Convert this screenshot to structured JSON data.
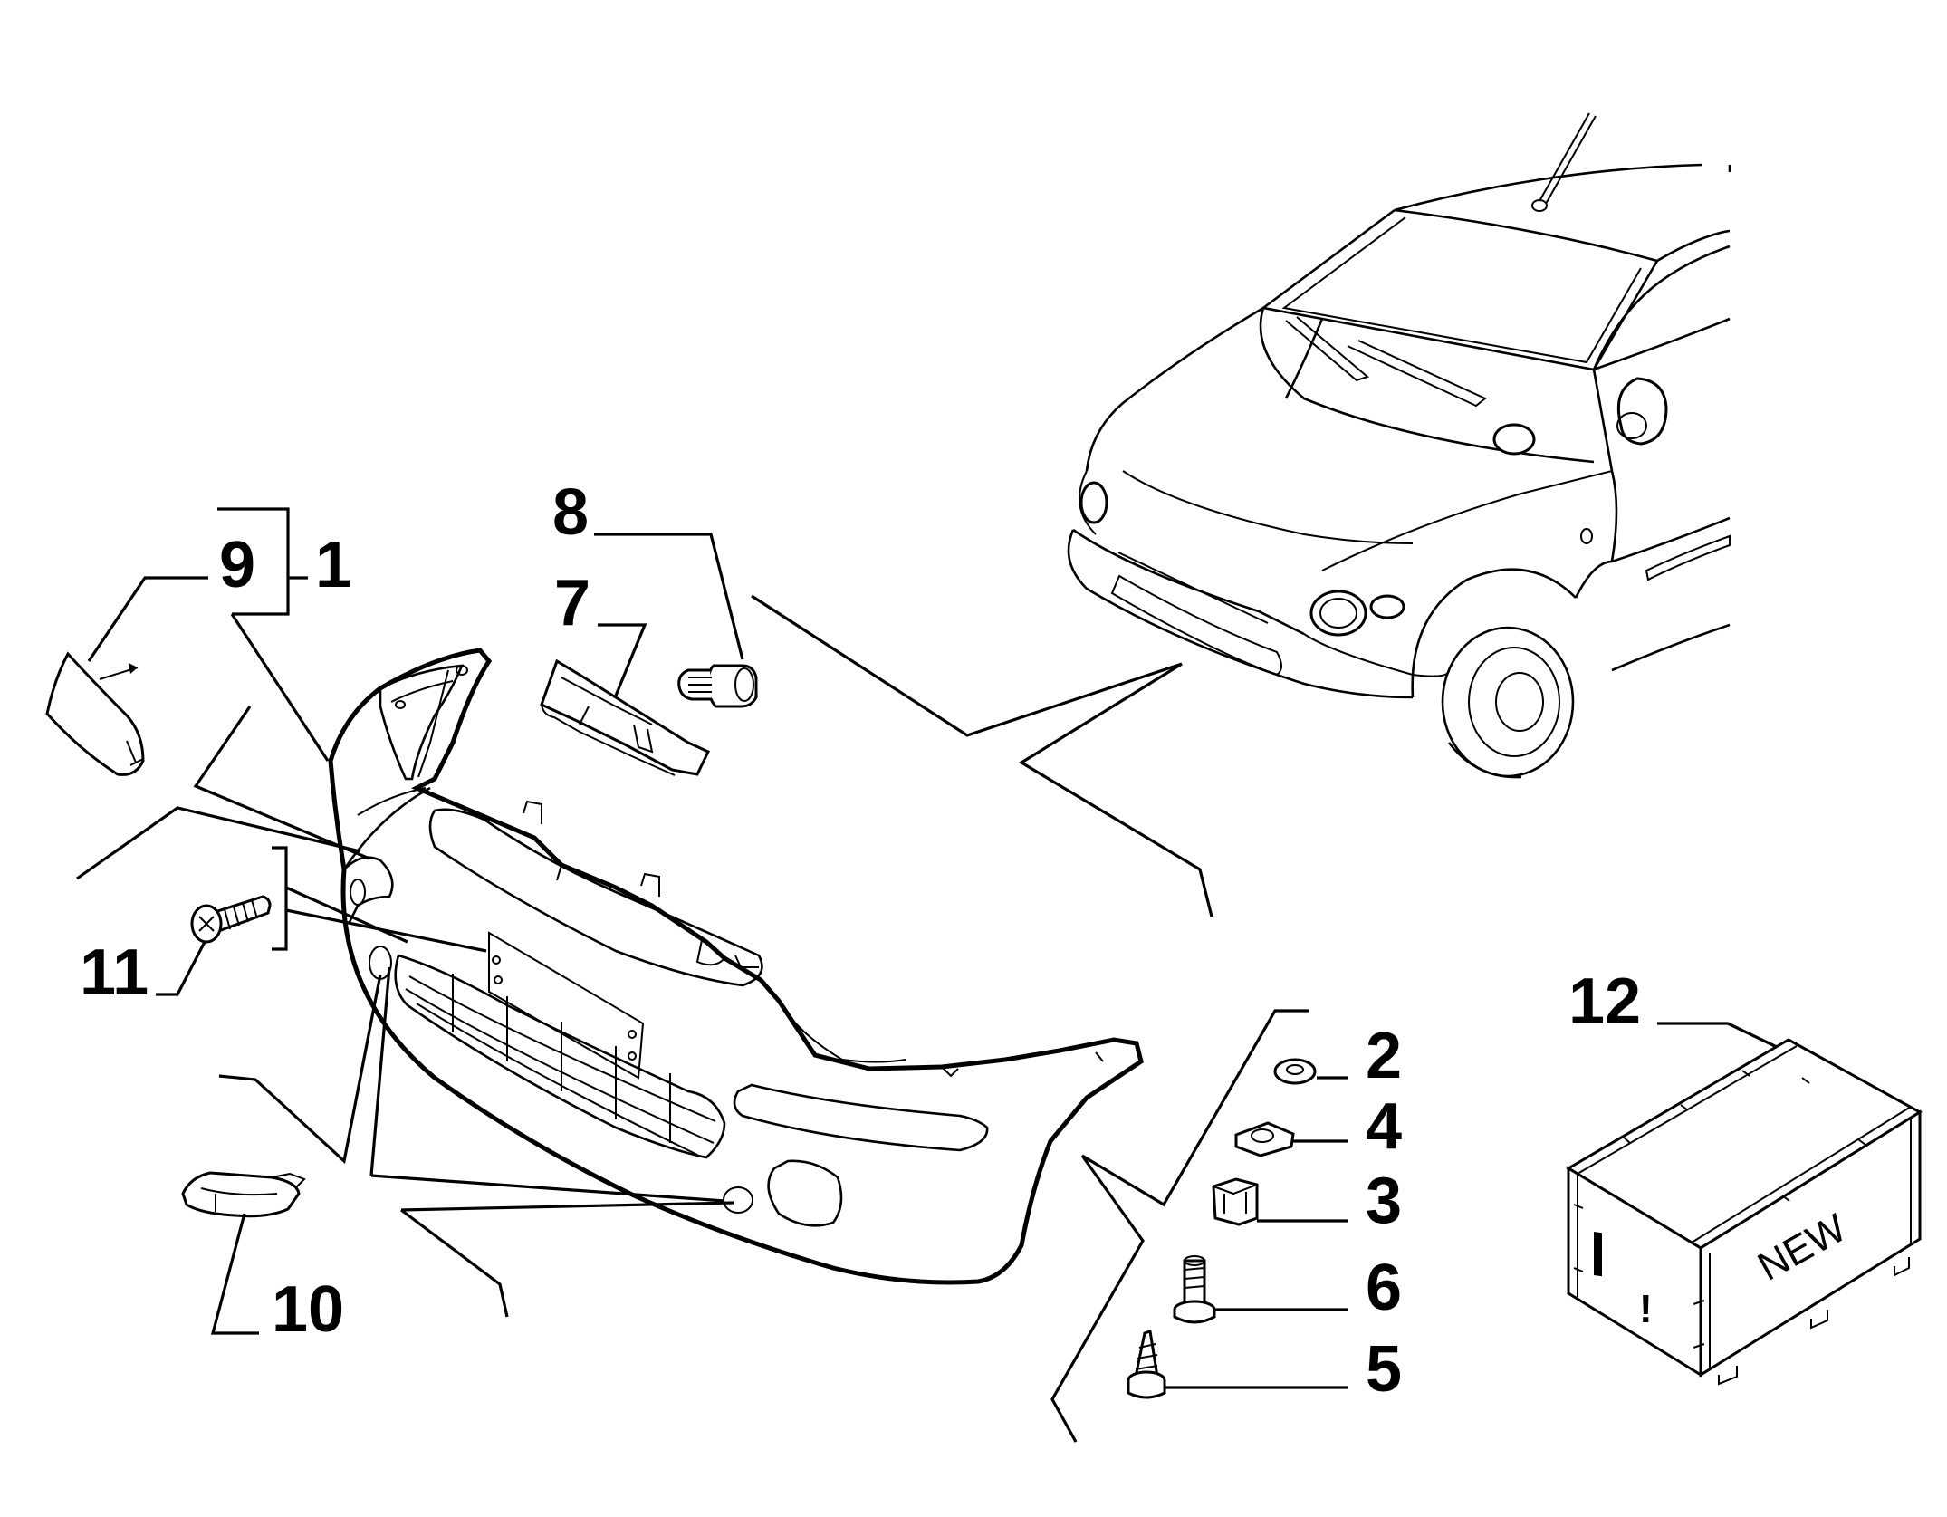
{
  "callouts": {
    "p1": "1",
    "p2": "2",
    "p3": "3",
    "p4": "4",
    "p5": "5",
    "p6": "6",
    "p7": "7",
    "p8": "8",
    "p9": "9",
    "p10": "10",
    "p11": "11",
    "p12": "12"
  },
  "box": {
    "new_label": "NEW",
    "mark": "I !"
  }
}
